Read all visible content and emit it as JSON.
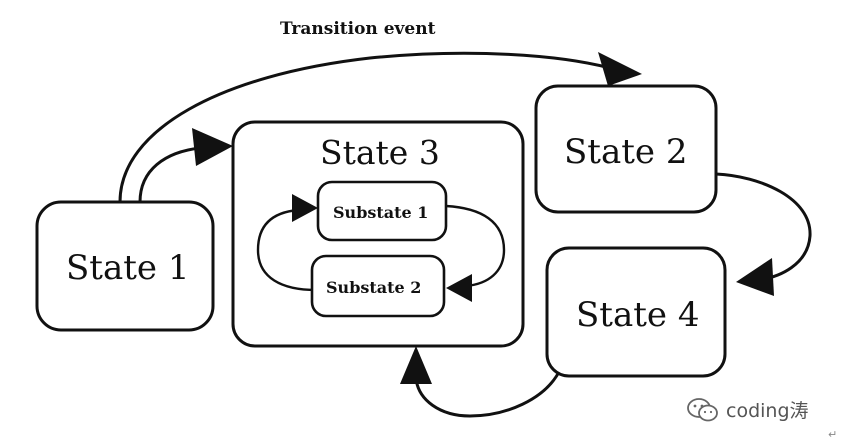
{
  "diagram": {
    "states": {
      "state1": "State 1",
      "state2": "State 2",
      "state3": "State 3",
      "state4": "State 4"
    },
    "substates": {
      "sub1": "Substate 1",
      "sub2": "Substate 2"
    },
    "transition_label": "Transition event"
  },
  "watermark": {
    "text": "coding涛",
    "icon": "wechat-icon"
  },
  "return_mark": "↵"
}
